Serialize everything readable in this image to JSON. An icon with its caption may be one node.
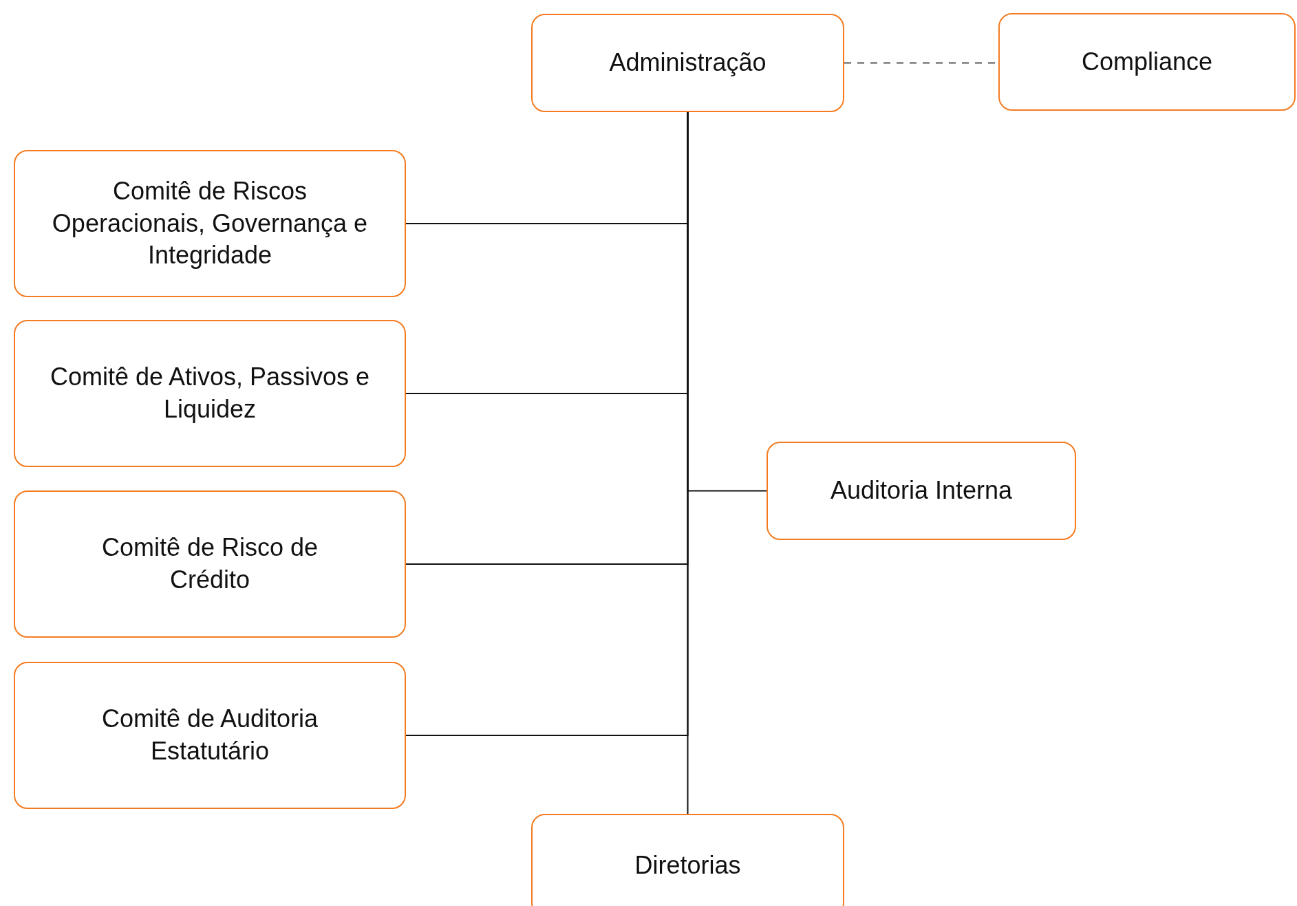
{
  "diagram": {
    "nodes": [
      {
        "text": [
          "Administração"
        ]
      },
      {
        "text": [
          "Compliance"
        ]
      },
      {
        "text": [
          "Comitê de Riscos Operacionais, Governança e Integridade"
        ]
      },
      {
        "text": [
          "Comitê de Ativos, Passivos e Liquidez"
        ]
      },
      {
        "text": [
          "Auditoria Interna"
        ]
      },
      {
        "text": [
          "Comitê de Risco de Crédito"
        ]
      },
      {
        "text": [
          "Comitê de Auditoria Estatutário"
        ]
      },
      {
        "text": [
          "Diretorias"
        ]
      }
    ],
    "edges": [
      {
        "from": 0,
        "to": 1,
        "arrow": "none",
        "style": "dashed"
      },
      {
        "from": 0,
        "to": 2,
        "arrow": "none"
      },
      {
        "from": 0,
        "to": 3,
        "arrow": "none"
      },
      {
        "from": 0,
        "to": 4,
        "arrow": "none"
      },
      {
        "from": 0,
        "to": 5,
        "arrow": "none"
      },
      {
        "from": 0,
        "to": 6,
        "arrow": "none"
      },
      {
        "from": 0,
        "to": 7,
        "arrow": "none"
      }
    ]
  }
}
